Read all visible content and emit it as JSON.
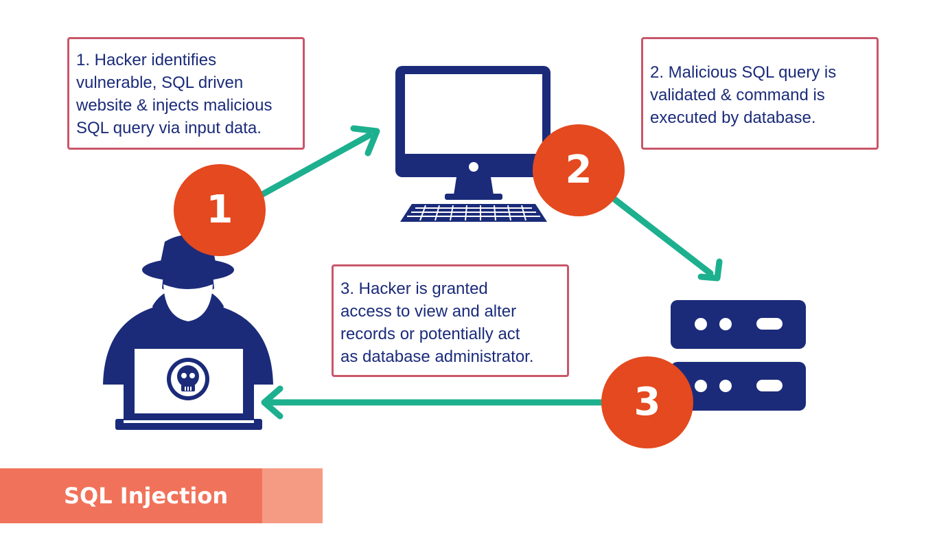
{
  "title": "SQL Injection",
  "steps": [
    {
      "number": "1",
      "lines": [
        "1. Hacker identifies",
        "vulnerable, SQL driven",
        "website & injects malicious",
        "SQL query via input data."
      ]
    },
    {
      "number": "2",
      "lines": [
        "2. Malicious SQL query is",
        "validated & command is",
        "executed by database."
      ]
    },
    {
      "number": "3",
      "lines": [
        "3. Hacker is granted",
        "access to view and alter",
        "records or potentially act",
        "as database administrator."
      ]
    }
  ],
  "colors": {
    "navy": "#1b2b7a",
    "badge": "#e4491f",
    "arrow": "#1db08f",
    "callout_border": "#c95669",
    "footer": "#f1725a",
    "footer_tab": "#f59b84"
  },
  "icons": [
    "hacker-icon",
    "skull-icon",
    "computer-icon",
    "keyboard-icon",
    "database-server-icon"
  ]
}
